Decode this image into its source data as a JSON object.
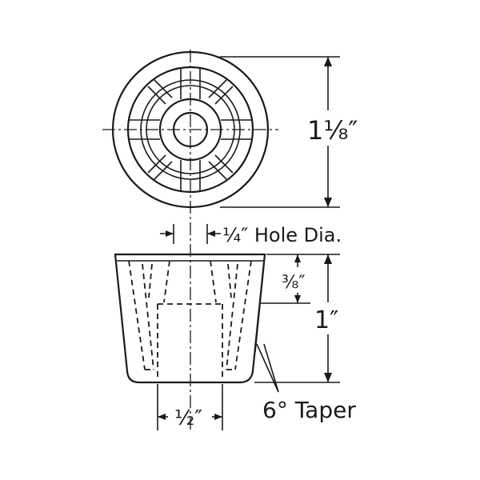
{
  "dimensions": {
    "outer_diameter": "1⅛″",
    "hole_diameter": "¼″ Hole Dia.",
    "recess_depth": "⅜″",
    "height": "1″",
    "base_diameter": "½″",
    "taper": "6° Taper"
  }
}
